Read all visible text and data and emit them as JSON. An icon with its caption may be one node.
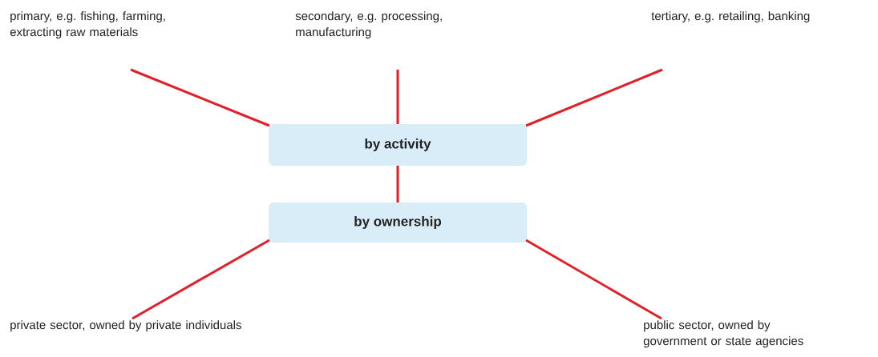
{
  "diagram": {
    "nodes": [
      {
        "text": [
          "by activity"
        ]
      },
      {
        "text": [
          "by ownership"
        ]
      },
      {
        "text": [
          "primary, e.g. fishing, farming, extracting raw materials"
        ]
      },
      {
        "text": [
          "secondary, e.g. processing, manufacturing"
        ]
      },
      {
        "text": [
          "tertiary, e.g. retailing, banking"
        ]
      },
      {
        "text": [
          "private sector, owned by private individuals"
        ]
      },
      {
        "text": [
          "public sector, owned by government or state agencies"
        ]
      }
    ],
    "edges": [
      {
        "from": 0,
        "to": 2,
        "arrow": "none"
      },
      {
        "from": 0,
        "to": 3,
        "arrow": "none"
      },
      {
        "from": 0,
        "to": 4,
        "arrow": "none"
      },
      {
        "from": 0,
        "to": 1,
        "arrow": "none"
      },
      {
        "from": 1,
        "to": 5,
        "arrow": "none"
      },
      {
        "from": 1,
        "to": 6,
        "arrow": "none"
      }
    ]
  }
}
